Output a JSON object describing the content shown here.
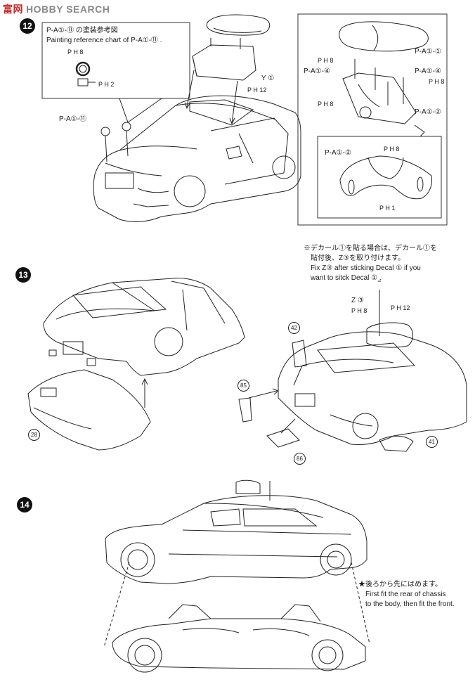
{
  "watermark": {
    "brand": "富",
    "brand2": "网",
    "label": "HOBBY SEARCH"
  },
  "step12": {
    "number": "12",
    "ref_title_jp": "P-A①-⑪ の塗装参考図",
    "ref_title_en": "Painting reference chart of P-A①-⑪ .",
    "ref_color_top": "P H 8",
    "ref_color_bottom": "P H 2",
    "part_light": "P-A①-⑪",
    "part_y1": "Y ①",
    "color_ph12": "P H 12",
    "detail_labels": [
      "P-A①-①",
      "P-A①-④",
      "P-A①-④",
      "P-A①-②",
      "P H 8",
      "P H 8",
      "P H 8"
    ],
    "inset_labels": [
      "P-A①-②",
      "P H 8",
      "P H 1"
    ]
  },
  "step13": {
    "number": "13",
    "note_jp_1": "※デカール①を貼る場合は、デカール①を",
    "note_jp_2": "貼付後、Z③を取り付けます。",
    "note_en_1": "Fix Z③ after sticking Decal ① if you",
    "note_en_2": "want to sitck Decal ① .",
    "z_label": "Z ③",
    "ph12": "P H 12",
    "ph8": "P H 8",
    "parts": [
      "28",
      "42",
      "85",
      "86",
      "41"
    ]
  },
  "step14": {
    "number": "14",
    "note_jp": "★後ろから先にはめます。",
    "note_en_1": "First fit the rear of chassis",
    "note_en_2": "to the body, then fit the front."
  }
}
